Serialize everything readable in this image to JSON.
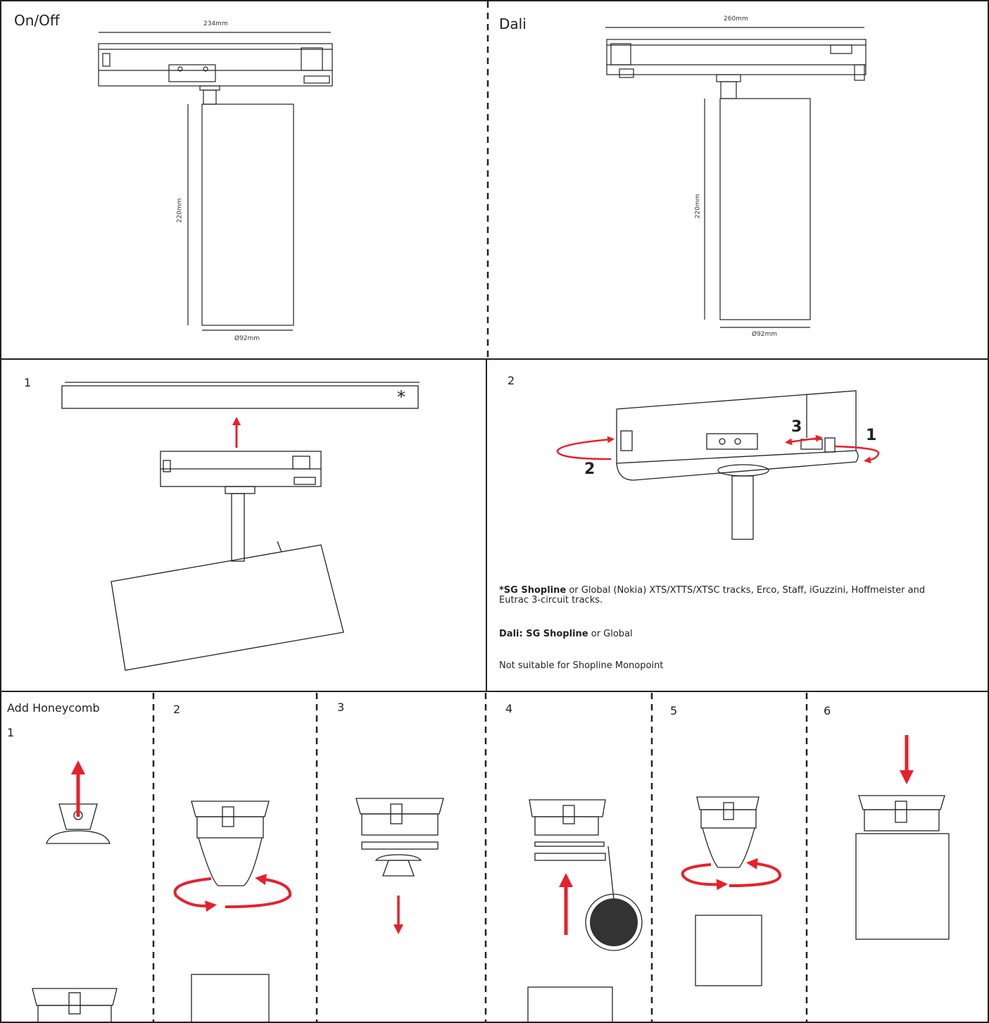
{
  "panels": {
    "onoff": {
      "title": "On/Off",
      "width_dim": "234mm",
      "height_dim": "220mm",
      "diameter_dim": "Ø92mm"
    },
    "dali": {
      "title": "Dali",
      "width_dim": "260mm",
      "height_dim": "220mm",
      "diameter_dim": "Ø92mm"
    }
  },
  "install": {
    "step1": {
      "number": "1",
      "asterisk": "*"
    },
    "step2": {
      "number": "2",
      "markers": [
        "3",
        "1",
        "2"
      ]
    }
  },
  "notes": {
    "tracks_bold": "*SG Shopline",
    "tracks_rest": " or Global (Nokia) XTS/XTTS/XTSC tracks, Erco, Staff, iGuzzini, Hoffmeister and",
    "tracks_line2": "Eutrac 3-circuit tracks.",
    "dali_bold": "Dali: SG Shopline",
    "dali_rest": " or Global",
    "monopoint": "Not suitable for Shopline Monopoint"
  },
  "honeycomb": {
    "title": "Add Honeycomb",
    "steps": [
      "1",
      "2",
      "3",
      "4",
      "5",
      "6"
    ]
  },
  "colors": {
    "arrow": "#e8202a",
    "line": "#222222",
    "divider": "#222222"
  }
}
